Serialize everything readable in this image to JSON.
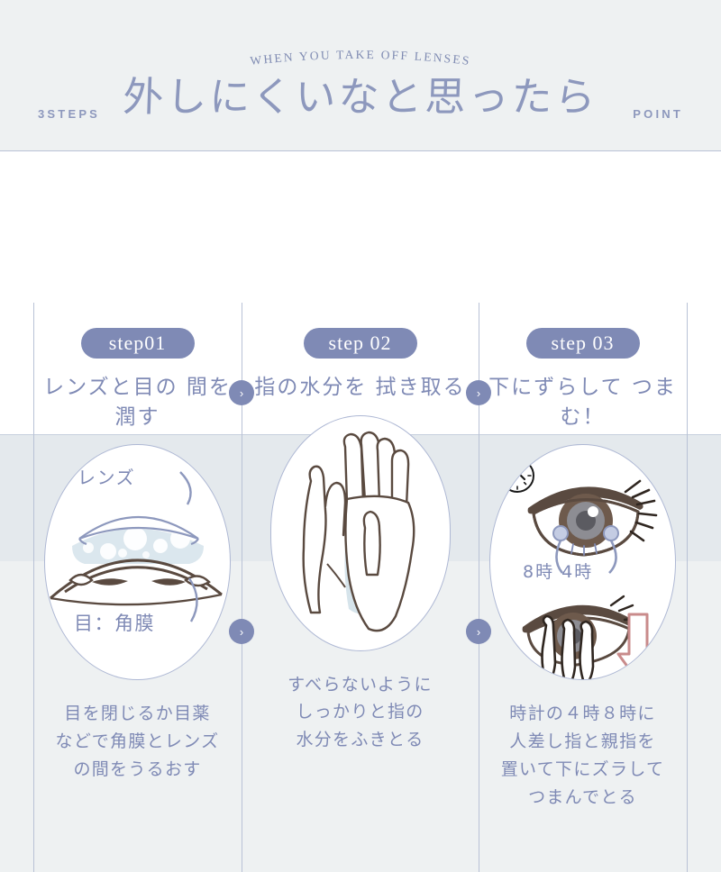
{
  "header": {
    "eyebrow": "WHEN YOU TAKE OFF LENSES",
    "title": "外しにくいなと思ったら",
    "left_label": "3STEPS",
    "right_label": "POINT"
  },
  "colors": {
    "page_bg": "#eef1f2",
    "panel_bg": "#ffffff",
    "band_bg": "#e4e9ed",
    "accent": "#7f8ab5",
    "text": "#7f8ab5",
    "rule": "#b9c2d6",
    "ink_brown": "#5a4a40",
    "lens_blue": "#cfdfe8",
    "arrow_pink": "#c98b8b"
  },
  "steps": [
    {
      "badge": "step01",
      "title": "レンズと目の\n間を潤す",
      "caption": "目を閉じるか目薬\nなどで角膜とレンズ\nの間をうるおす",
      "illustration": {
        "name": "lens-on-cornea-cross-section",
        "labels": {
          "lens": "レンズ",
          "cornea": "目：角膜"
        }
      }
    },
    {
      "badge": "step 02",
      "title": "指の水分を\n拭き取る",
      "caption": "すべらないように\nしっかりと指の\n水分をふきとる",
      "illustration": {
        "name": "hands-drying-with-towel",
        "labels": {}
      }
    },
    {
      "badge": "step 03",
      "title": "下にずらして\nつまむ！",
      "caption": "時計の４時８時に\n人差し指と親指を\n置いて下にズラして\nつまんでとる",
      "illustration": {
        "name": "eye-pinch-clock-positions",
        "labels": {
          "clock_positions": "8時  4時"
        },
        "clock_icon": "clock-4-8-icon"
      }
    }
  ],
  "connectors": {
    "chevron": "›"
  }
}
